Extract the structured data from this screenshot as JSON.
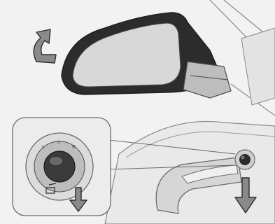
{
  "figure": {
    "colors": {
      "background": "#f2f2f2",
      "panel_light": "#ececec",
      "panel_mid": "#dcdcdc",
      "line": "#6b6b6b",
      "dark": "#2c2c2c",
      "glass": "#d8d8d8",
      "arrow_fill": "#8a8a8a",
      "arrow_stroke": "#2c2c2c"
    },
    "icons": [
      "fold-arrow-icon",
      "exterior-mirror",
      "mirror-control-knob",
      "push-down-arrow-icon"
    ],
    "knob_markings": {
      "left": "L",
      "center": "o",
      "right": "R"
    }
  }
}
